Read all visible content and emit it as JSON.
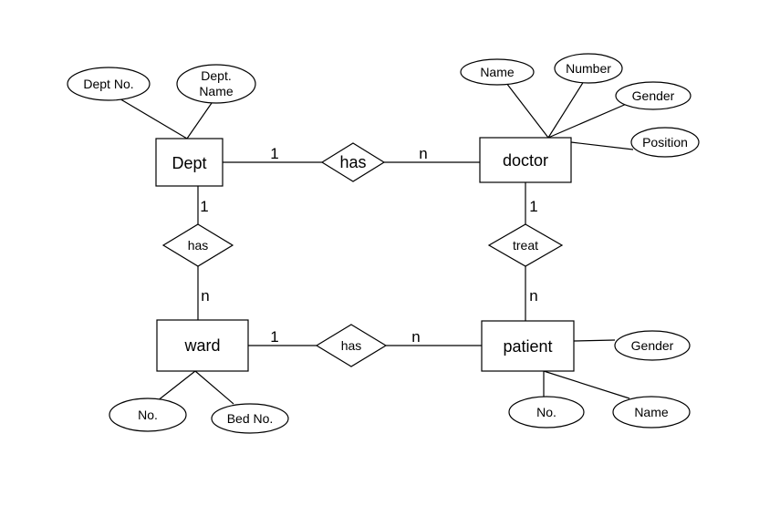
{
  "entities": {
    "dept": "Dept",
    "doctor": "doctor",
    "ward": "ward",
    "patient": "patient"
  },
  "relationships": {
    "dept_doctor": "has",
    "dept_ward": "has",
    "doctor_patient": "treat",
    "ward_patient": "has"
  },
  "attributes": {
    "dept_no": "Dept No.",
    "dept_name_1": "Dept.",
    "dept_name_2": "Name",
    "doctor_name": "Name",
    "doctor_number": "Number",
    "doctor_gender": "Gender",
    "doctor_position": "Position",
    "ward_no": "No.",
    "ward_bed_no": "Bed No.",
    "patient_gender": "Gender",
    "patient_no": "No.",
    "patient_name": "Name"
  },
  "cardinalities": {
    "dept_has_doctor_dept": "1",
    "dept_has_doctor_doctor": "n",
    "dept_has_ward_dept": "1",
    "dept_has_ward_ward": "n",
    "doctor_treat_patient_doctor": "1",
    "doctor_treat_patient_patient": "n",
    "ward_has_patient_ward": "1",
    "ward_has_patient_patient": "n"
  }
}
